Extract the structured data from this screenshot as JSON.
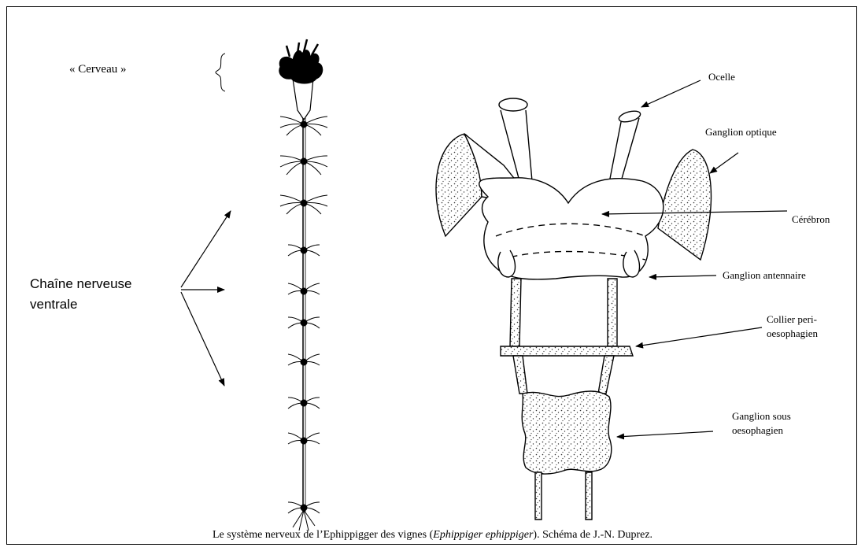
{
  "labels": {
    "cerveau": "« Cerveau »",
    "chaine_line1": "Chaîne nerveuse",
    "chaine_line2": "ventrale",
    "ocelle": "Ocelle",
    "ganglion_optique": "Ganglion optique",
    "cerebron": "Cérébron",
    "ganglion_antennaire": "Ganglion antennaire",
    "collier_line1": "Collier peri-",
    "collier_line2": "oesophagien",
    "sous_line1": "Ganglion sous",
    "sous_line2": "oesophagien"
  },
  "caption": {
    "part1": "Le système nerveux de l’Ephippigger des vignes (",
    "species": "Ephippiger ephippiger",
    "part2": "). Schéma de J.-N. Duprez."
  }
}
